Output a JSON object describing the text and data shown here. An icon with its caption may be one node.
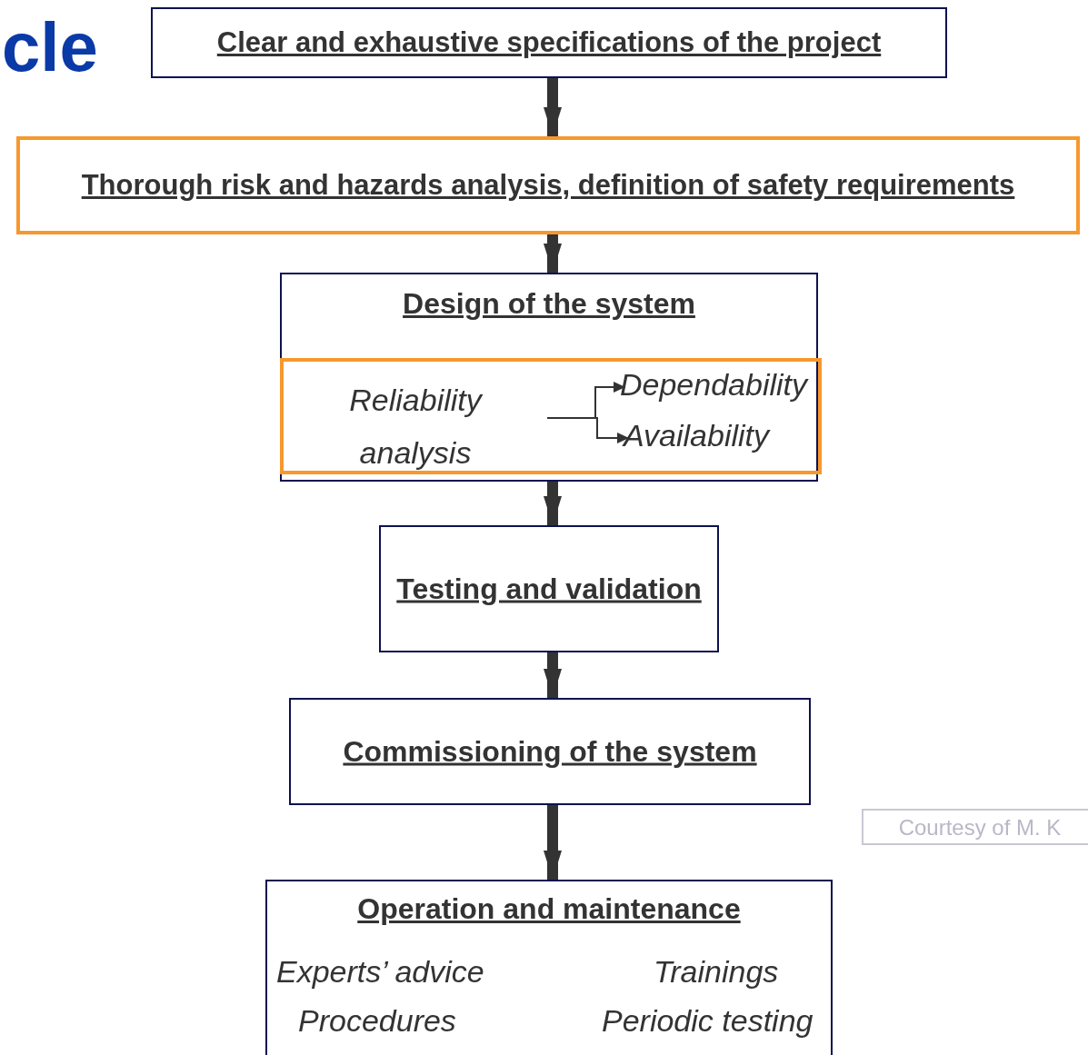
{
  "diagram": {
    "title": "cle",
    "nodes": [
      {
        "text": [
          "Clear and exhaustive specifications of the project"
        ]
      },
      {
        "text": [
          "Thorough risk and hazards analysis, definition of safety requirements"
        ]
      },
      {
        "text": [
          "Design of the system"
        ]
      },
      {
        "text": [],
        "shape": "box",
        "in": 2
      },
      {
        "text": [
          "Reliability analysis"
        ],
        "in": 3
      },
      {
        "text": [
          "Dependability"
        ],
        "in": 3
      },
      {
        "text": [
          "Availability"
        ],
        "in": 3
      },
      {
        "text": [
          "Testing and validation"
        ]
      },
      {
        "text": [
          "Commissioning of the system"
        ]
      },
      {
        "text": [
          "Operation and maintenance",
          "Experts’ advice",
          "Trainings",
          "Procedures",
          "Periodic testing"
        ]
      },
      {
        "text": [
          "Courtesy of M. K"
        ]
      }
    ],
    "edges": [
      {
        "from": 0,
        "to": 1,
        "arrow": "to"
      },
      {
        "from": 1,
        "to": 2,
        "arrow": "to"
      },
      {
        "from": 4,
        "to": 5,
        "arrow": "to"
      },
      {
        "from": 4,
        "to": 6,
        "arrow": "to"
      },
      {
        "from": 2,
        "to": 7,
        "arrow": "to"
      },
      {
        "from": 7,
        "to": 8,
        "arrow": "to"
      },
      {
        "from": 8,
        "to": 9,
        "arrow": "to"
      }
    ]
  }
}
